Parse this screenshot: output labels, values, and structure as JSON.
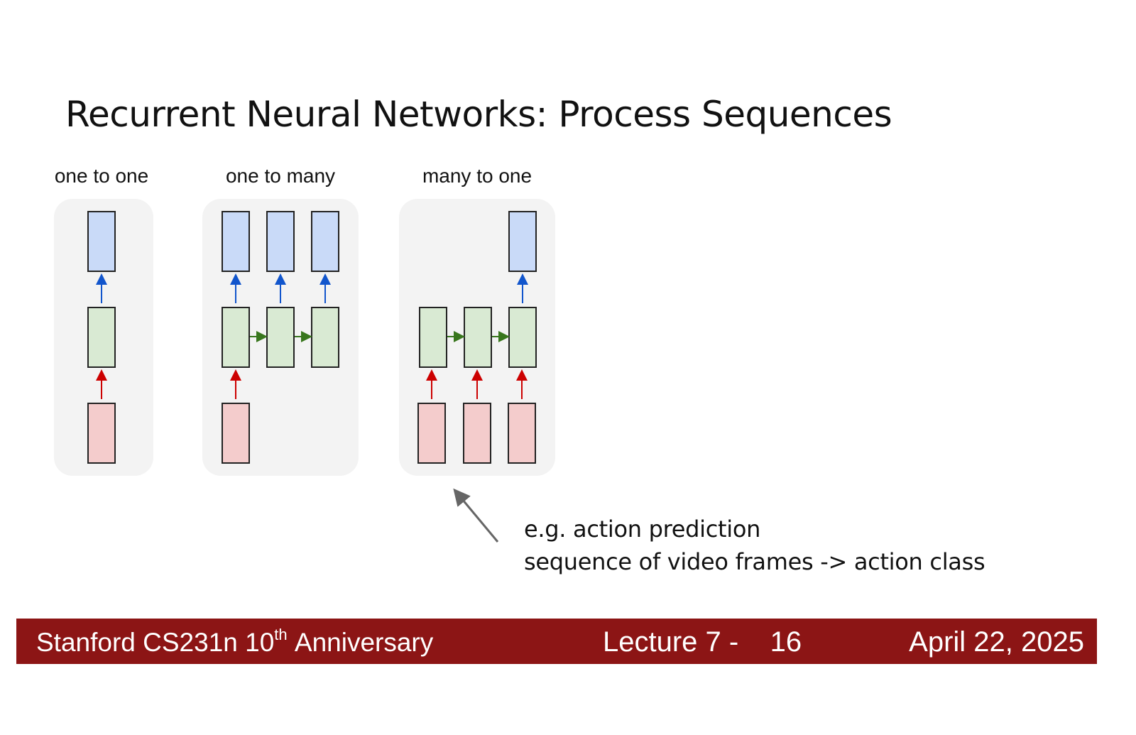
{
  "slide": {
    "title": "Recurrent Neural Networks: Process Sequences"
  },
  "diagrams": {
    "panels": [
      {
        "label": "one to one"
      },
      {
        "label": "one to many"
      },
      {
        "label": "many to one"
      }
    ],
    "colors": {
      "output_box": "#c9daf8",
      "hidden_box": "#d9ead3",
      "input_box": "#f4cccc",
      "output_arrow": "#1155cc",
      "recurrent_arrow": "#38761d",
      "input_arrow": "#cc0000",
      "panel_bg": "#f3f3f3"
    }
  },
  "note": {
    "line1": "e.g. action prediction",
    "line2": "sequence of video frames -> action class"
  },
  "footer": {
    "course": "Stanford CS231n 10",
    "course_sup": "th",
    "course_suffix": " Anniversary",
    "lecture": "Lecture 7 -    16",
    "date": "April 22, 2025",
    "bg_color": "#8c1515"
  }
}
